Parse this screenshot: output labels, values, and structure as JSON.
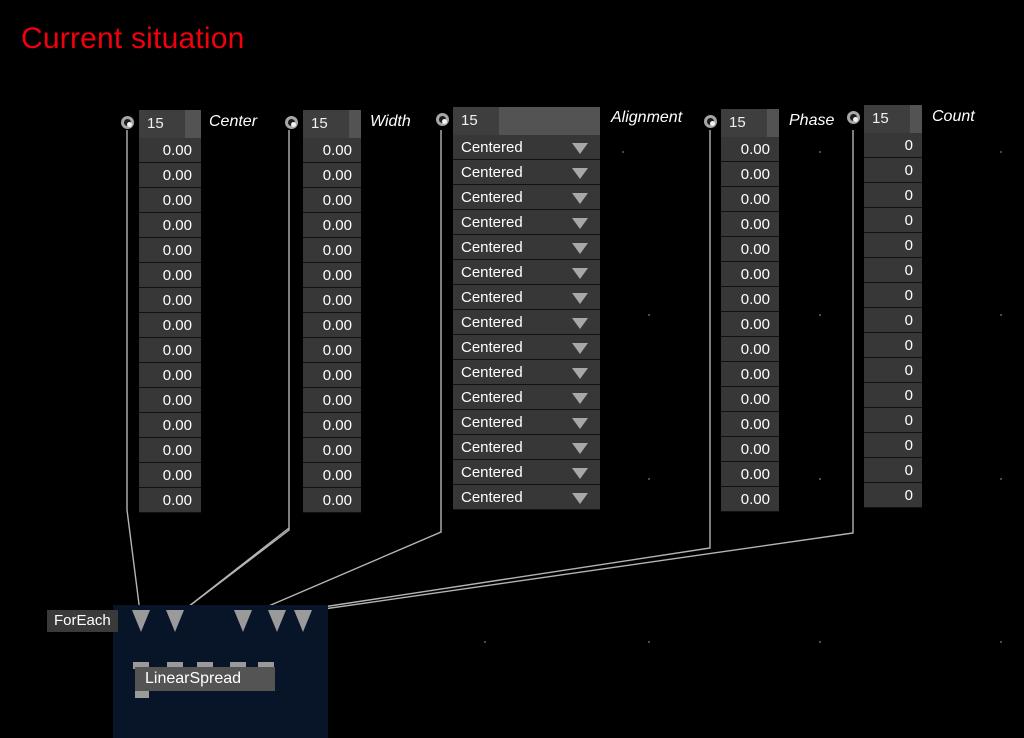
{
  "title": "Current situation",
  "theme": {
    "background": "#000000",
    "title_color": "#f2000c",
    "cell_bg": "#373737",
    "header_bg": "#535353",
    "pin_color": "#9a9a9a",
    "patch_panel_bg": "#081528",
    "node_bg": "#545454",
    "wire_color": "#b4b4b4"
  },
  "spreads": [
    {
      "id": "center",
      "label": "Center",
      "slice_count": "15",
      "value_type": "float",
      "values": [
        "0.00",
        "0.00",
        "0.00",
        "0.00",
        "0.00",
        "0.00",
        "0.00",
        "0.00",
        "0.00",
        "0.00",
        "0.00",
        "0.00",
        "0.00",
        "0.00",
        "0.00"
      ]
    },
    {
      "id": "width",
      "label": "Width",
      "slice_count": "15",
      "value_type": "float",
      "values": [
        "0.00",
        "0.00",
        "0.00",
        "0.00",
        "0.00",
        "0.00",
        "0.00",
        "0.00",
        "0.00",
        "0.00",
        "0.00",
        "0.00",
        "0.00",
        "0.00",
        "0.00"
      ]
    },
    {
      "id": "alignment",
      "label": "Alignment",
      "slice_count": "15",
      "value_type": "enum",
      "values": [
        "Centered",
        "Centered",
        "Centered",
        "Centered",
        "Centered",
        "Centered",
        "Centered",
        "Centered",
        "Centered",
        "Centered",
        "Centered",
        "Centered",
        "Centered",
        "Centered",
        "Centered"
      ]
    },
    {
      "id": "phase",
      "label": "Phase",
      "slice_count": "15",
      "value_type": "float",
      "values": [
        "0.00",
        "0.00",
        "0.00",
        "0.00",
        "0.00",
        "0.00",
        "0.00",
        "0.00",
        "0.00",
        "0.00",
        "0.00",
        "0.00",
        "0.00",
        "0.00",
        "0.00"
      ]
    },
    {
      "id": "count",
      "label": "Count",
      "slice_count": "15",
      "value_type": "int",
      "values": [
        "0",
        "0",
        "0",
        "0",
        "0",
        "0",
        "0",
        "0",
        "0",
        "0",
        "0",
        "0",
        "0",
        "0",
        "0"
      ]
    }
  ],
  "patch": {
    "region_label": "ForEach",
    "node_label": "LinearSpread",
    "input_pin_count": 5,
    "output_pin_count": 1
  }
}
